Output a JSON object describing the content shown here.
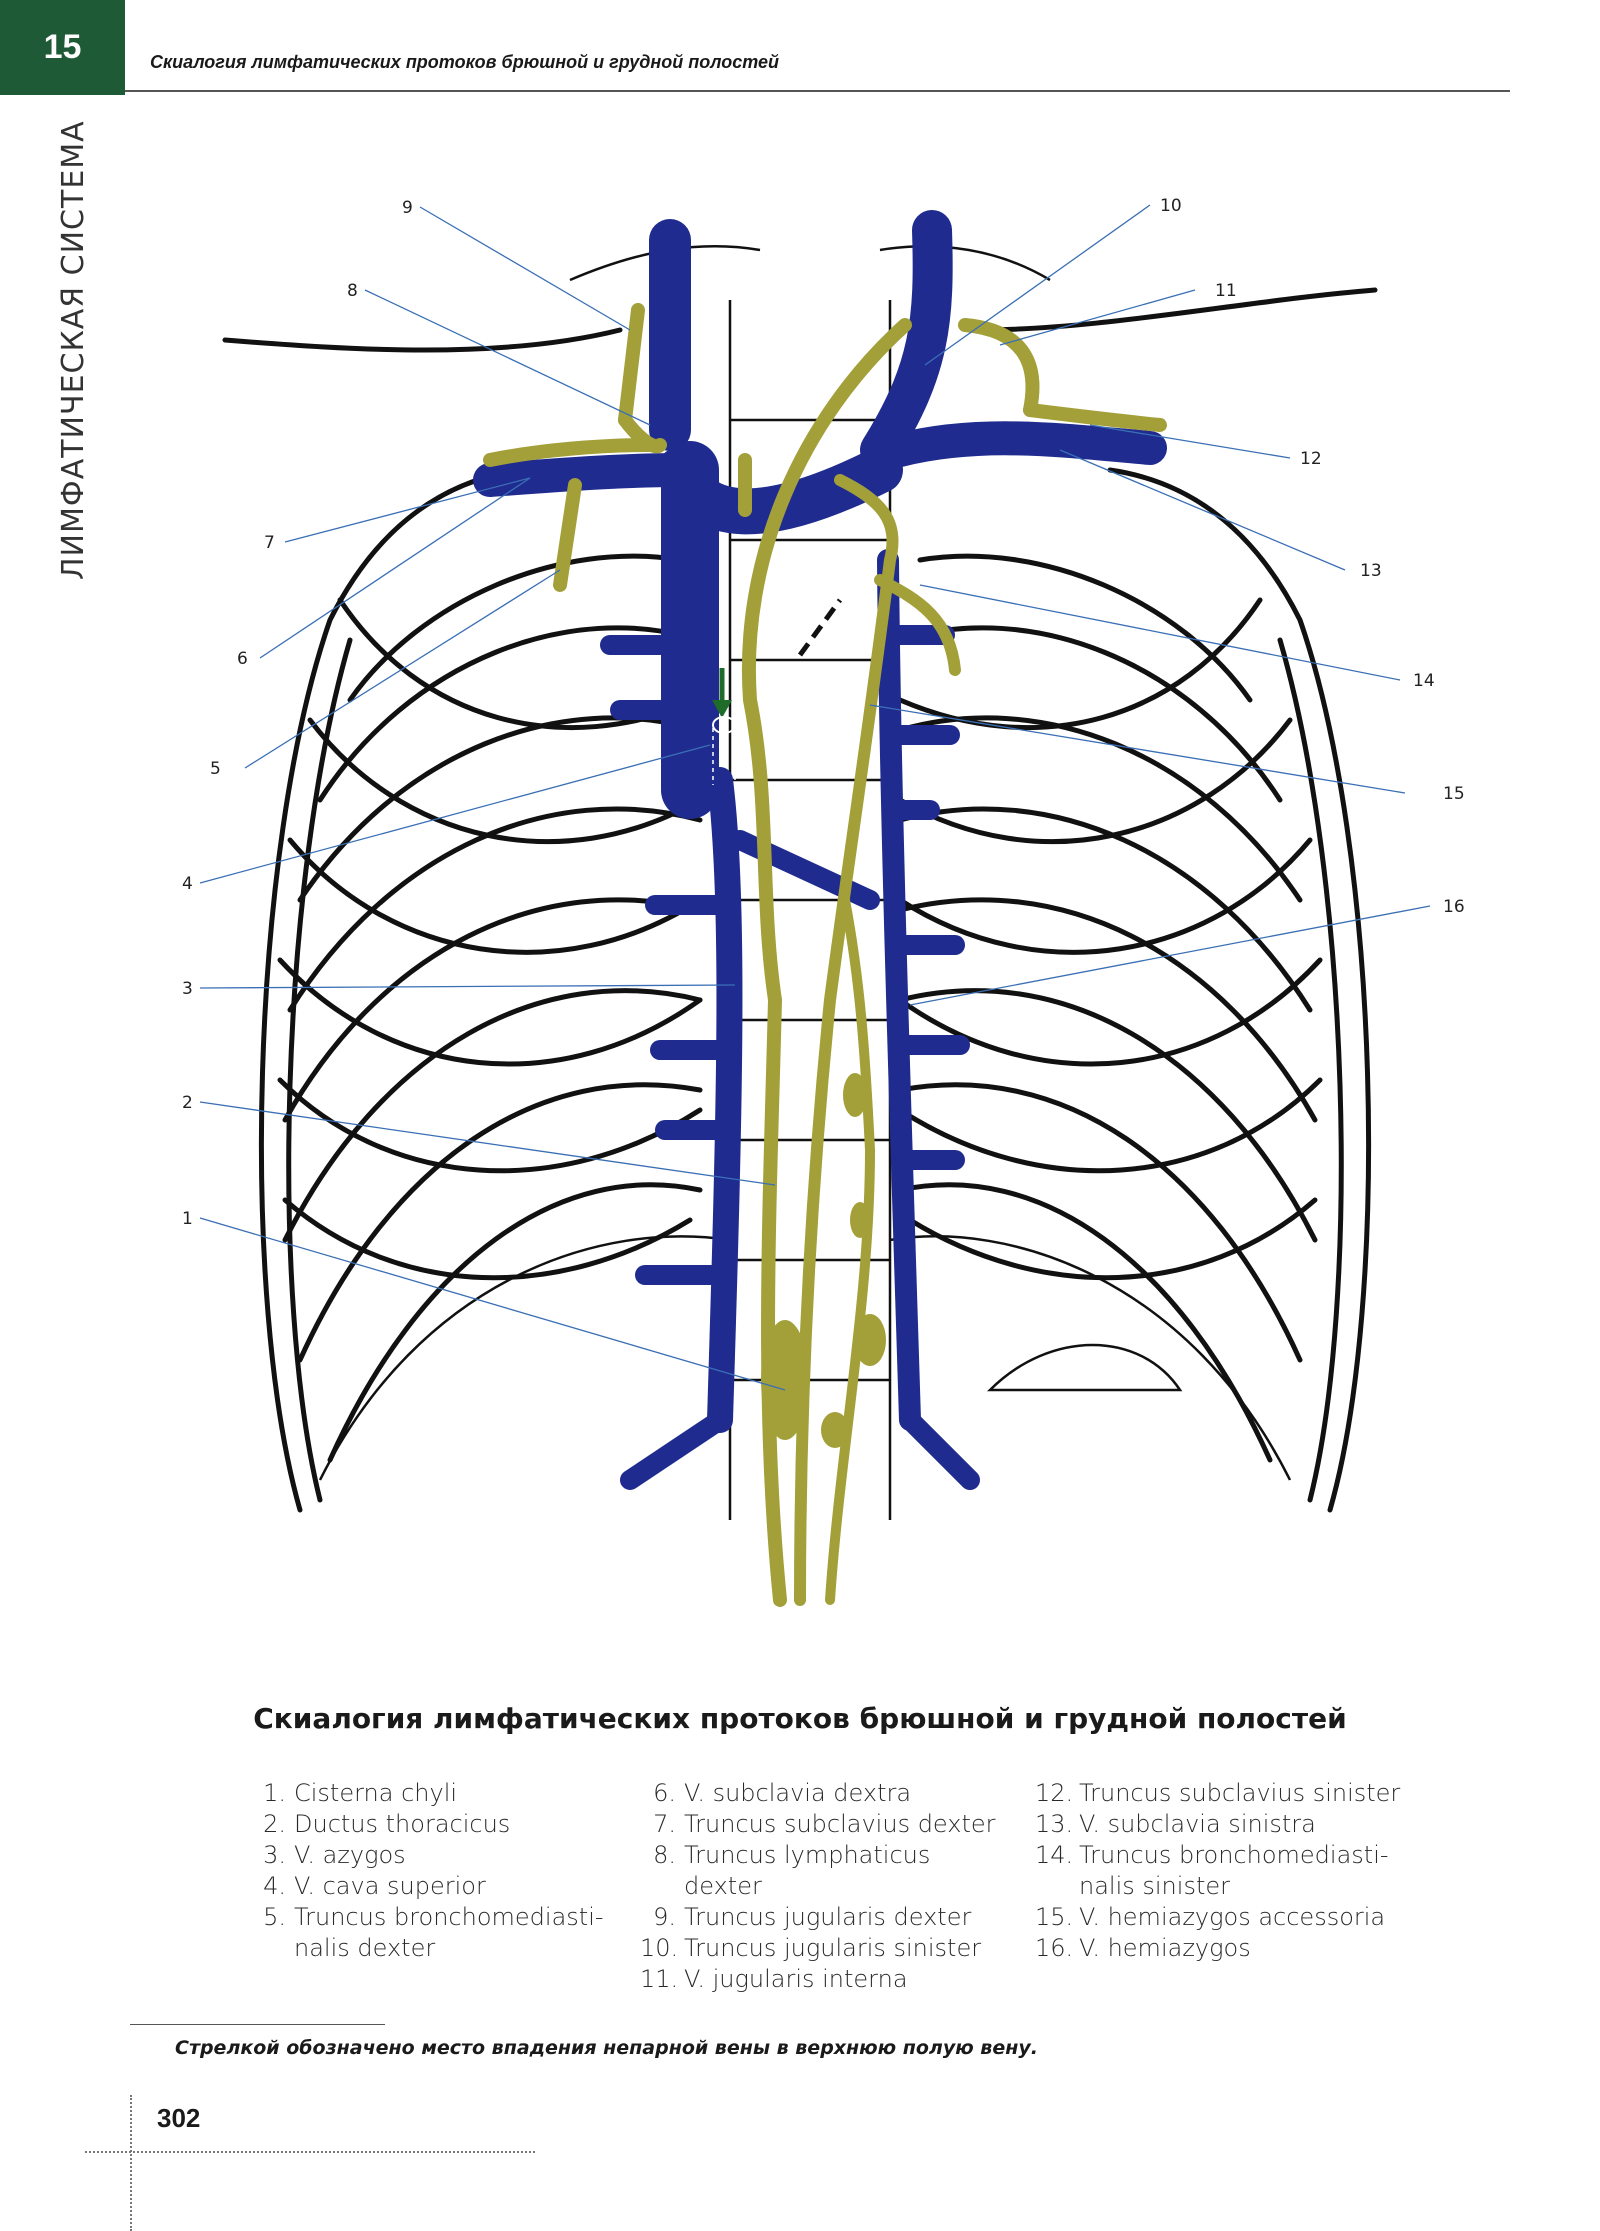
{
  "header": {
    "chapter_number": "15",
    "running_title": "Скиалогия лимфатических протоков брюшной и грудной полостей",
    "side_title": "ЛИМФАТИЧЕСКАЯ СИСТЕМА"
  },
  "figure": {
    "callouts": [
      "1",
      "2",
      "3",
      "4",
      "5",
      "6",
      "7",
      "8",
      "9",
      "10",
      "11",
      "12",
      "13",
      "14",
      "15",
      "16"
    ],
    "caption_title": "Скиалогия лимфатических протоков брюшной и грудной полостей",
    "colors": {
      "veins": "#1f2b8f",
      "lymph": "#a3a03a",
      "bones": "#111111",
      "arrow": "#1e6b2a"
    }
  },
  "legend": {
    "col1": [
      {
        "num": "1.",
        "text": "Cisterna chyli"
      },
      {
        "num": "2.",
        "text": "Ductus thoracicus"
      },
      {
        "num": "3.",
        "text": "V. azygos"
      },
      {
        "num": "4.",
        "text": "V. cava superior"
      },
      {
        "num": "5.",
        "text": "Truncus bronchomediasti-nalis dexter"
      }
    ],
    "col2": [
      {
        "num": "6.",
        "text": "V. subclavia dextra"
      },
      {
        "num": "7.",
        "text": "Truncus subclavius dexter"
      },
      {
        "num": "8.",
        "text": "Truncus lymphaticus dexter"
      },
      {
        "num": "9.",
        "text": "Truncus jugularis dexter"
      },
      {
        "num": "10.",
        "text": "Truncus jugularis sinister"
      },
      {
        "num": "11.",
        "text": "V. jugularis interna"
      }
    ],
    "col3": [
      {
        "num": "12.",
        "text": "Truncus subclavius sinister"
      },
      {
        "num": "13.",
        "text": "V. subclavia sinistra"
      },
      {
        "num": "14.",
        "text": "Truncus bronchomediasti-nalis sinister"
      },
      {
        "num": "15.",
        "text": "V. hemiazygos accessoria"
      },
      {
        "num": "16.",
        "text": "V. hemiazygos"
      }
    ]
  },
  "footnote": "Стрелкой обозначено место впадения непарной вены в верхнюю полую вену.",
  "page_number": "302"
}
